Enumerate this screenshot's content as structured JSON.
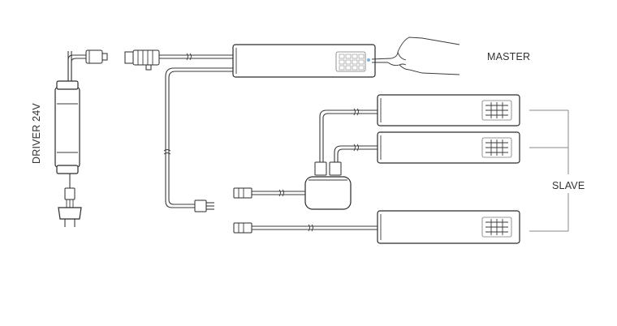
{
  "labels": {
    "master": "MASTER",
    "slave": "SLAVE",
    "driver": "DRIVER 24V"
  },
  "colors": {
    "line": "#2a2a2a",
    "bracket": "#8a8a8a",
    "text": "#333333",
    "indicator": "#7fb0d8"
  },
  "icons": {
    "hand": "pointing-hand-icon",
    "wire_break": "wire-break-icon",
    "power_plug": "power-plug-icon"
  }
}
